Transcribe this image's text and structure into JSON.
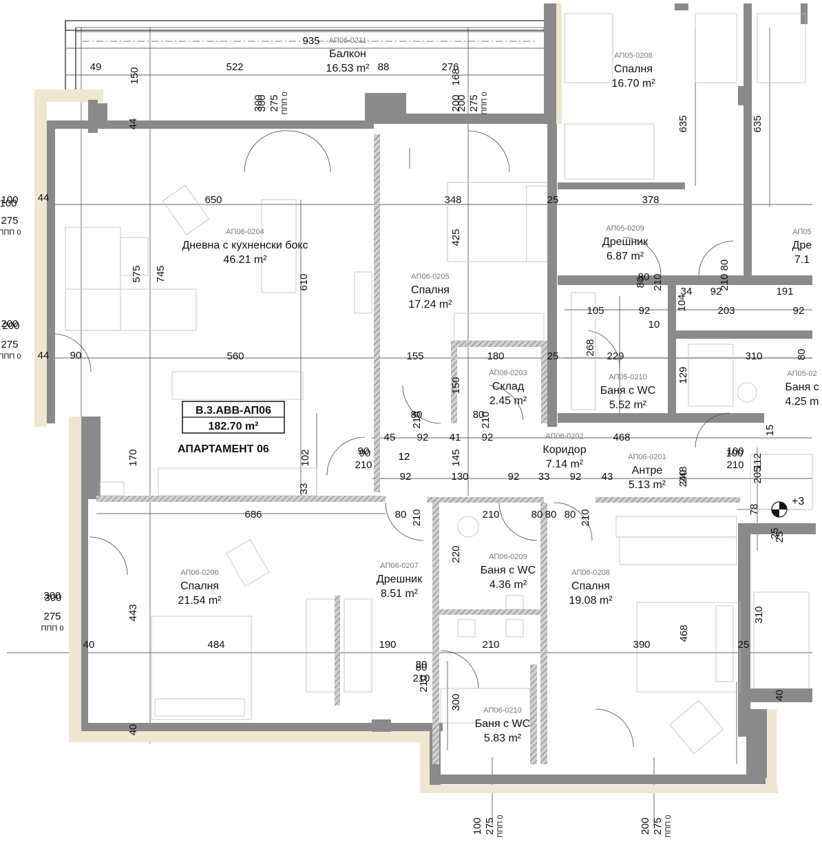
{
  "apartment": {
    "code": "В.3.АВВ-АП06",
    "area": "182.70 m²",
    "title": "АПАРТАМЕНТ 06"
  },
  "rooms": [
    {
      "id": "АП06-0211",
      "name": "Балкон",
      "area": "16.53 m²"
    },
    {
      "id": "АП05-0208",
      "name": "Спалня",
      "area": "16.70 m²"
    },
    {
      "id": "АП06-0204",
      "name": "Дневна с кухненски бокс",
      "area": "46.21 m²"
    },
    {
      "id": "АП06-0205",
      "name": "Спалня",
      "area": "17.24 m²"
    },
    {
      "id": "АП05-0209",
      "name": "Дрешник",
      "area": "6.87 m²"
    },
    {
      "id": "АП05",
      "name": "Дре",
      "area": "7.1"
    },
    {
      "id": "АП06-0203",
      "name": "Склад",
      "area": "2.45 m²"
    },
    {
      "id": "АП05-0210",
      "name": "Баня с WC",
      "area": "5.52 m²"
    },
    {
      "id": "АП05-02",
      "name": "Баня с",
      "area": "4.25 m"
    },
    {
      "id": "АП06-0202",
      "name": "Коридор",
      "area": "7.14 m²"
    },
    {
      "id": "АП06-0201",
      "name": "Антре",
      "area": "5.13 m²"
    },
    {
      "id": "АП06-0206",
      "name": "Спалня",
      "area": "21.54 m²"
    },
    {
      "id": "АП06-0207",
      "name": "Дрешник",
      "area": "8.51 m²"
    },
    {
      "id": "АП06-0209",
      "name": "Баня с WC",
      "area": "4.36 m²"
    },
    {
      "id": "АП06-0208",
      "name": "Спалня",
      "area": "19.08 m²"
    },
    {
      "id": "АП06-0210",
      "name": "Баня с WC",
      "area": "5.83 m²"
    }
  ],
  "dims_h": [
    "935",
    "49",
    "522",
    "88",
    "276",
    "650",
    "348",
    "25",
    "378",
    "560",
    "155",
    "180",
    "25",
    "105",
    "92",
    "10",
    "34",
    "92",
    "203",
    "191",
    "92",
    "229",
    "310",
    "45",
    "92",
    "41",
    "92",
    "468",
    "12",
    "90",
    "92",
    "130",
    "92",
    "33",
    "92",
    "43",
    "686",
    "210",
    "80",
    "484",
    "190",
    "210",
    "390",
    "25",
    "100",
    "44",
    "200",
    "44",
    "90",
    "40",
    "300",
    "12",
    "100",
    "80",
    "80",
    "80",
    "80",
    "80",
    "80",
    "80"
  ],
  "dims_v": [
    "150",
    "168",
    "200",
    "300",
    "44",
    "635",
    "635",
    "745",
    "575",
    "610",
    "425",
    "210",
    "80",
    "210",
    "80",
    "104",
    "268",
    "129",
    "80",
    "150",
    "170",
    "102",
    "33",
    "145",
    "210",
    "210",
    "210",
    "210",
    "220",
    "443",
    "468",
    "310",
    "300",
    "205",
    "112",
    "78",
    "25",
    "40",
    "40",
    "15",
    "248",
    "240",
    "25",
    "210"
  ],
  "level_tags": [
    {
      "top": "300",
      "mid": "275",
      "bot": "ППП 0"
    },
    {
      "top": "200",
      "mid": "275",
      "bot": "ППП 0"
    },
    {
      "top": "100",
      "mid": "275",
      "bot": "ППП 0"
    },
    {
      "top": "200",
      "mid": "275",
      "bot": "ППП 0"
    },
    {
      "top": "300",
      "mid": "275",
      "bot": "ППП 0"
    },
    {
      "top": "100",
      "mid": "275",
      "bot": "ППП 0"
    },
    {
      "top": "200",
      "mid": "275",
      "bot": "ППП 0"
    }
  ],
  "door_tags": [
    {
      "w": "90",
      "h": "210"
    },
    {
      "w": "100",
      "h": "210"
    },
    {
      "w": "80",
      "h": "210"
    }
  ],
  "elevation_mark": "+3",
  "colors": {
    "wall": "#8a8a8a",
    "insulation": "#efe6d2",
    "line": "#222222"
  }
}
